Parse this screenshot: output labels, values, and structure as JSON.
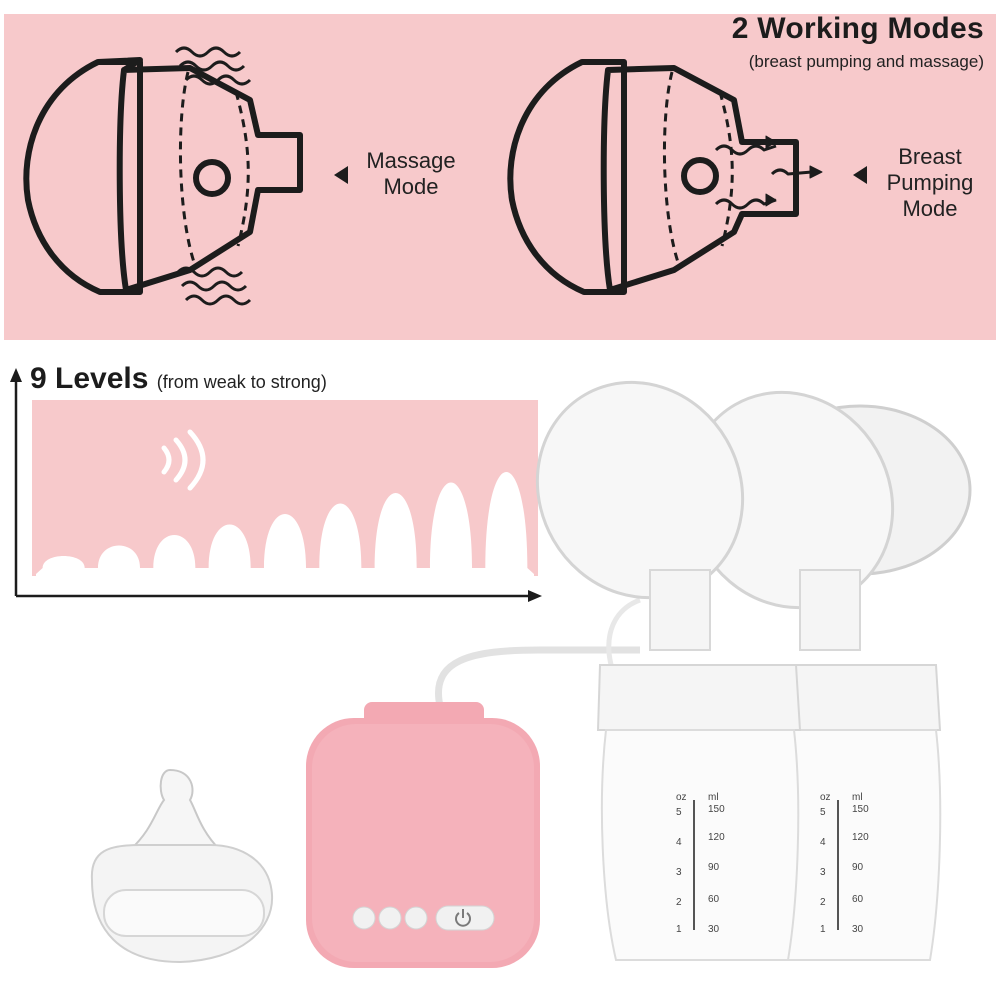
{
  "working_modes": {
    "title": "2 Working Modes",
    "subtitle": "(breast pumping and massage)",
    "massage_label_line1": "Massage",
    "massage_label_line2": "Mode",
    "pumping_label_line1": "Breast",
    "pumping_label_line2": "Pumping",
    "pumping_label_line3": "Mode"
  },
  "levels": {
    "title": "9 Levels",
    "subtitle": "(from weak to strong)",
    "count": 9
  },
  "bottle": {
    "unit_oz": "oz",
    "unit_ml": "ml",
    "scale_oz": [
      "5",
      "4",
      "3",
      "2",
      "1"
    ],
    "scale_ml": [
      "150",
      "120",
      "90",
      "60",
      "30"
    ]
  },
  "colors": {
    "panel_pink": "#f7c9cb",
    "device_pink": "#f3a9b3",
    "line_dark": "#1c1c1c"
  }
}
